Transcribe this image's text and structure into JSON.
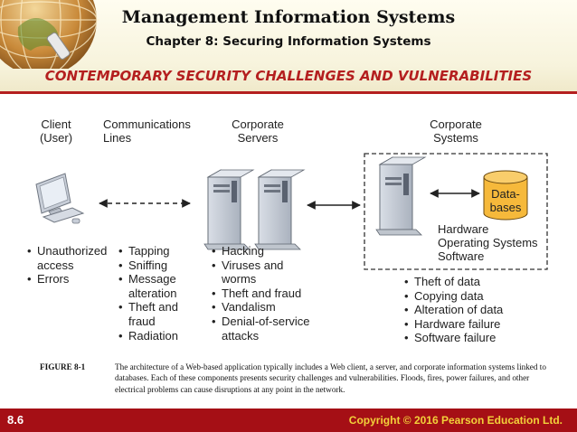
{
  "header": {
    "title": "Management Information Systems",
    "chapter": "Chapter 8: Securing Information Systems",
    "section_title": "CONTEMPORARY SECURITY CHALLENGES AND VULNERABILITIES"
  },
  "diagram": {
    "columns": [
      {
        "line1": "Client",
        "line2": "(User)"
      },
      {
        "line1": "Communications",
        "line2": "Lines"
      },
      {
        "line1": "Corporate",
        "line2": "Servers"
      },
      {
        "line1": "Corporate",
        "line2": "Systems"
      }
    ],
    "database_label": {
      "line1": "Data-",
      "line2": "bases"
    },
    "systems_components": [
      "Hardware",
      "Operating Systems",
      "Software"
    ],
    "client_threats": [
      "Unauthorized access",
      "Errors"
    ],
    "comm_threats": [
      "Tapping",
      "Sniffing",
      "Message alteration",
      "Theft and fraud",
      "Radiation"
    ],
    "server_threats": [
      "Hacking",
      "Viruses and worms",
      "Theft and fraud",
      "Vandalism",
      "Denial-of-service attacks"
    ],
    "system_threats": [
      "Theft of data",
      "Copying data",
      "Alteration of data",
      "Hardware failure",
      "Software failure"
    ]
  },
  "caption": {
    "label": "FIGURE 8-1",
    "text": "The architecture of a Web-based application typically includes a Web client, a server, and corporate information systems linked to databases. Each of these components presents security challenges and vulnerabilities. Floods, fires, power failures, and other electrical problems can cause disruptions at any point in the network."
  },
  "footer": {
    "page": "8.6",
    "copyright": "Copyright © 2016 Pearson Education Ltd."
  },
  "colors": {
    "accent_red": "#b41f1f",
    "footer_bg": "#a50f15",
    "copyright_text": "#f2d13a",
    "database_fill": "#f6b93b"
  }
}
